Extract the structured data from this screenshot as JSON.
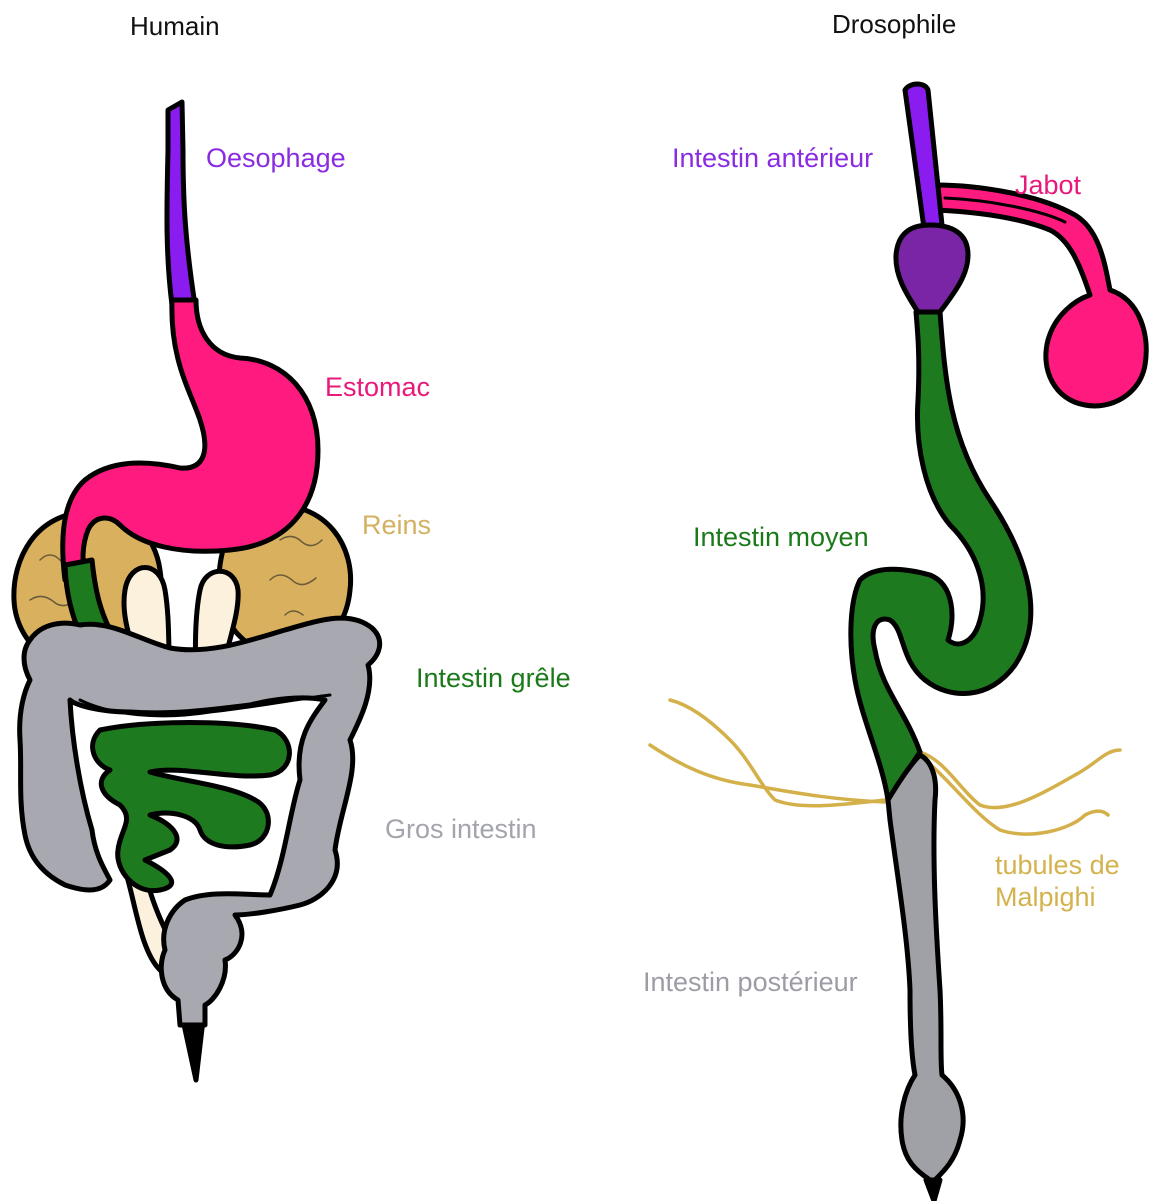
{
  "headings": {
    "human": "Humain",
    "fly": "Drosophile"
  },
  "human_labels": {
    "oesophagus": "Oesophage",
    "stomach": "Estomac",
    "kidneys": "Reins",
    "small_intestine": "Intestin grêle",
    "large_intestine": "Gros intestin"
  },
  "fly_labels": {
    "foregut": "Intestin antérieur",
    "crop": "Jabot",
    "midgut": "Intestin moyen",
    "malpighian_line1": "tubules de",
    "malpighian_line2": "Malpighi",
    "hindgut": "Intestin postérieur"
  },
  "colors": {
    "oesophagus": "#8a1cf0",
    "foregut_bulb": "#7a25a6",
    "stomach": "#ff1a7f",
    "kidneys": "#d9b15e",
    "kidney_inner": "#fbf1dc",
    "small_intestine": "#1e7a1e",
    "large_intestine": "#a8a9b0",
    "hindgut": "#a0a1a6",
    "malpighian": "#d4b04a",
    "label_oesophagus": "#8a2be2",
    "label_stomach": "#e8197a",
    "label_kidneys": "#d4b060",
    "label_small_intestine": "#1a7a1a",
    "label_large_intestine": "#a3a4ad",
    "label_hindgut": "#9c9ca6",
    "label_malpighian": "#d4b24e"
  }
}
